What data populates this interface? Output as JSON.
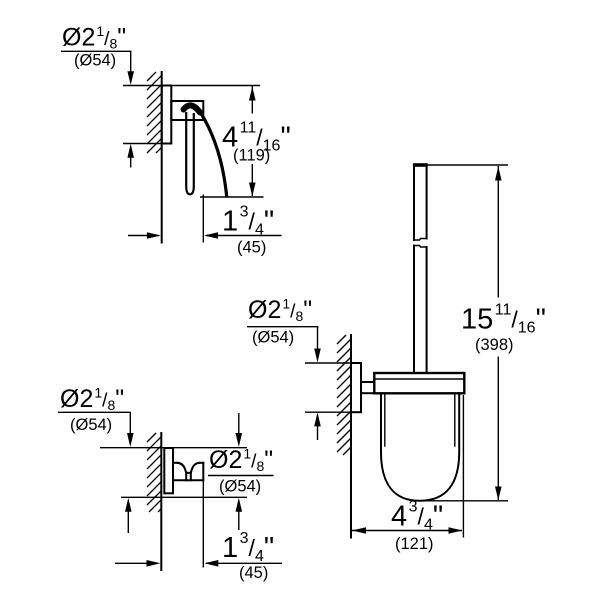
{
  "colors": {
    "background": "#ffffff",
    "line": "#000000"
  },
  "glyphs": {
    "fraction_slash": "/"
  },
  "drawings": {
    "paper_holder": {
      "diameter": {
        "whole": "Ø2",
        "numerator": "1",
        "denominator": "8",
        "unit": "\"",
        "metric": "(Ø54)"
      },
      "height": {
        "whole": "4",
        "numerator": "11",
        "denominator": "16",
        "unit": "\"",
        "metric": "(119)"
      },
      "depth": {
        "whole": "1",
        "numerator": "3",
        "denominator": "4",
        "unit": "\"",
        "metric": "(45)"
      }
    },
    "robe_hook": {
      "plate_diameter": {
        "whole": "Ø2",
        "numerator": "1",
        "denominator": "8",
        "unit": "\"",
        "metric": "(Ø54)"
      },
      "hook_diameter": {
        "whole": "Ø2",
        "numerator": "1",
        "denominator": "8",
        "unit": "\"",
        "metric": "(Ø54)"
      },
      "depth": {
        "whole": "1",
        "numerator": "3",
        "denominator": "4",
        "unit": "\"",
        "metric": "(45)"
      }
    },
    "toilet_brush_set": {
      "plate_diameter": {
        "whole": "Ø2",
        "numerator": "1",
        "denominator": "8",
        "unit": "\"",
        "metric": "(Ø54)"
      },
      "height": {
        "whole": "15",
        "numerator": "11",
        "denominator": "16",
        "unit": "\"",
        "metric": "(398)"
      },
      "width": {
        "whole": "4",
        "numerator": "3",
        "denominator": "4",
        "unit": "\"",
        "metric": "(121)"
      }
    }
  }
}
